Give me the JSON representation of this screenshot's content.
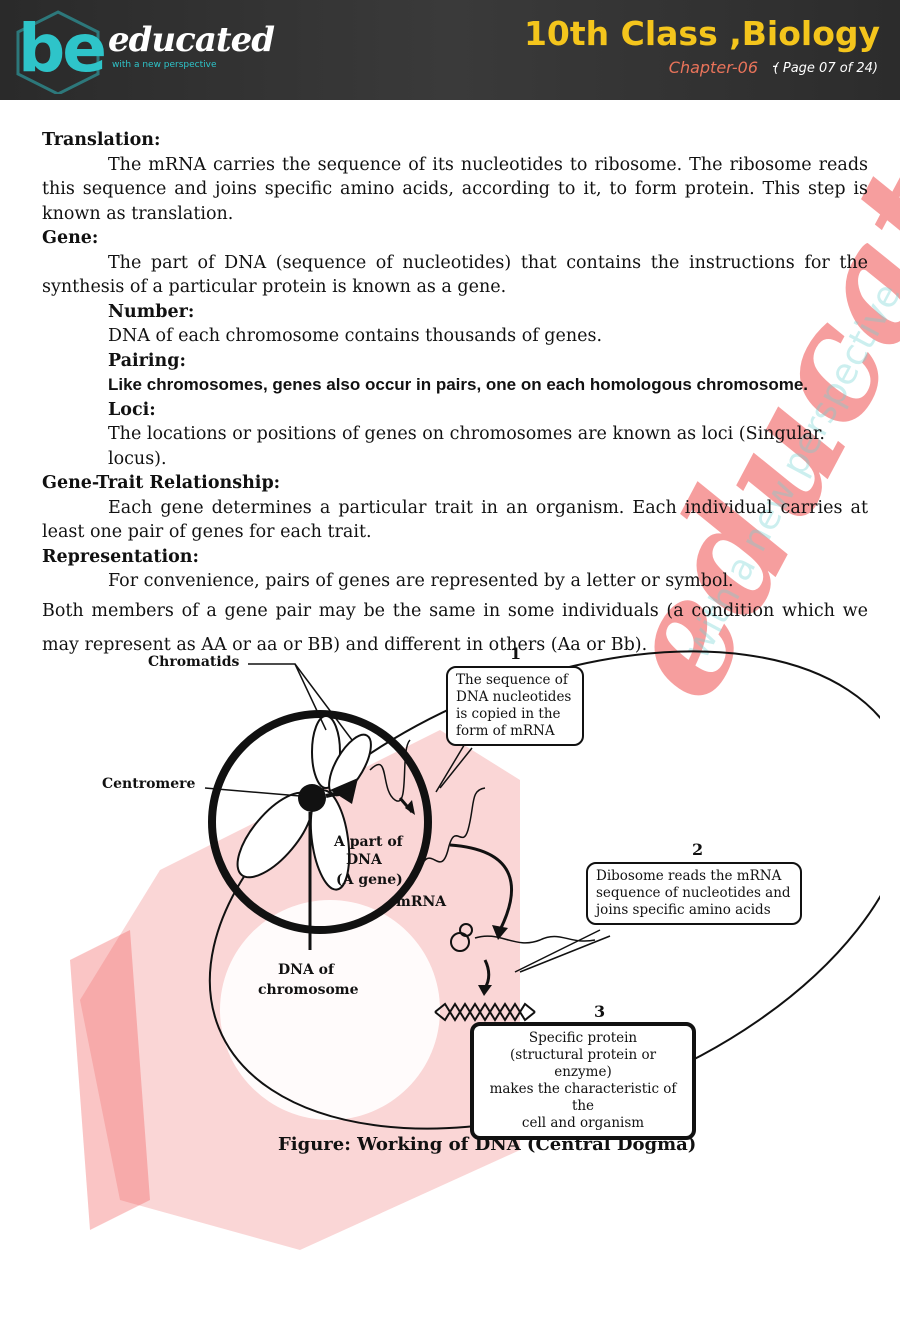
{
  "header": {
    "logo_be": "be",
    "logo_educated": "educated",
    "logo_tagline": "with a new perspective",
    "title": "10th Class ,Biology",
    "chapter": "Chapter-06",
    "dash": "-",
    "page": "( Page 07 of 24)",
    "colors": {
      "bar": "#333333",
      "title": "#f4c51c",
      "chapter": "#e9735a",
      "logo": "#2ec4c9"
    }
  },
  "sections": {
    "translation": {
      "heading": "Translation:",
      "text": "The mRNA carries the sequence of its nucleotides to ribosome. The ribosome reads this sequence and joins specific amino acids, according to it, to form protein. This step is known as translation."
    },
    "gene": {
      "heading": "Gene:",
      "text": "The part of DNA (sequence of nucleotides) that contains the instructions for the synthesis of a particular protein is known as a gene.",
      "number_heading": "Number:",
      "number_text": "DNA of each chromosome contains thousands of genes.",
      "pairing_heading": "Pairing:",
      "pairing_text": "Like chromosomes, genes also occur in pairs, one on each homologous chromosome.",
      "loci_heading": "Loci:",
      "loci_text": "The locations or positions of genes on chromosomes are known as loci (Singular. locus)."
    },
    "gene_trait": {
      "heading": "Gene-Trait Relationship:",
      "text": "Each gene determines a particular trait in an organism. Each individual carries at least one pair of genes for each trait."
    },
    "representation": {
      "heading": "Representation:",
      "text1": "For convenience, pairs of genes are represented by a letter or symbol.",
      "text2": "Both members of a gene pair may be the same in some individuals (a condition which we may represent as AA or aa or BB) and different in others (Aa or Bb)."
    }
  },
  "diagram": {
    "labels": {
      "chromatids": "Chromatids",
      "centromere": "Centromere",
      "part_of_dna_1": "A part of",
      "part_of_dna_2": "DNA",
      "part_of_dna_3": "(A gene)",
      "mrna": "mRNA",
      "dna_of_1": "DNA of",
      "dna_of_2": "chromosome"
    },
    "steps": {
      "n1": "1",
      "box1_l1": "The sequence of",
      "box1_l2": "DNA nucleotides",
      "box1_l3": "is copied in the",
      "box1_l4": "form of mRNA",
      "n2": "2",
      "box2_l1": "Dibosome reads the mRNA",
      "box2_l2": "sequence of nucleotides and",
      "box2_l3": "joins specific amino acids",
      "n3": "3",
      "box3_l1": "Specific protein",
      "box3_l2": "(structural protein or enzyme)",
      "box3_l3": "makes the characteristic of the",
      "box3_l4": "cell and organism"
    },
    "caption": "Figure: Working of DNA (Central Dogma)"
  }
}
